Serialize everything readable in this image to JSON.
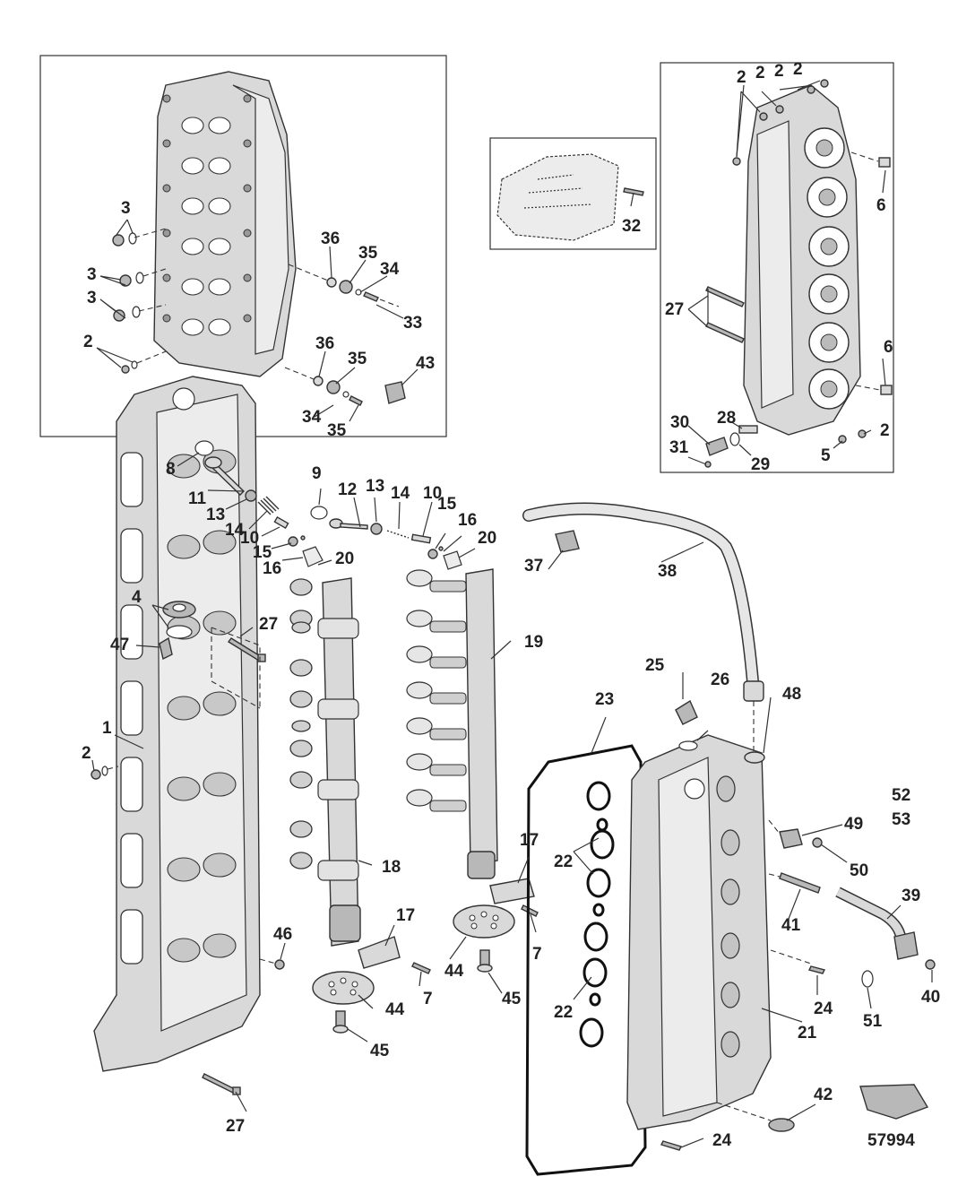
{
  "labels": {
    "l1": "1",
    "l2a": "2",
    "l2b": "2",
    "l2c": "2",
    "l2d": "2",
    "l2e": "2",
    "l2f": "2",
    "l2g": "2",
    "l3a": "3",
    "l3b": "3",
    "l3c": "3",
    "l4": "4",
    "l5": "5",
    "l6a": "6",
    "l6b": "6",
    "l7a": "7",
    "l7b": "7",
    "l8": "8",
    "l9": "9",
    "l10a": "10",
    "l10b": "10",
    "l11": "11",
    "l12": "12",
    "l13a": "13",
    "l13b": "13",
    "l14a": "14",
    "l14b": "14",
    "l15a": "15",
    "l15b": "15",
    "l16a": "16",
    "l16b": "16",
    "l17a": "17",
    "l17b": "17",
    "l18": "18",
    "l19": "19",
    "l20a": "20",
    "l20b": "20",
    "l21": "21",
    "l22a": "22",
    "l22b": "22",
    "l23": "23",
    "l24a": "24",
    "l24b": "24",
    "l25": "25",
    "l26": "26",
    "l27a": "27",
    "l27b": "27",
    "l27c": "27",
    "l28": "28",
    "l29": "29",
    "l30": "30",
    "l31": "31",
    "l32": "32",
    "l33": "33",
    "l34a": "34",
    "l34b": "34",
    "l35a": "35",
    "l35b": "35",
    "l35c": "35",
    "l36a": "36",
    "l36b": "36",
    "l37": "37",
    "l38": "38",
    "l39": "39",
    "l40": "40",
    "l41": "41",
    "l42": "42",
    "l43": "43",
    "l44a": "44",
    "l44b": "44",
    "l45a": "45",
    "l45b": "45",
    "l46": "46",
    "l47": "47",
    "l48": "48",
    "l49": "49",
    "l50": "50",
    "l51": "51",
    "l52": "52",
    "l53": "53"
  },
  "figure_number": "57994"
}
